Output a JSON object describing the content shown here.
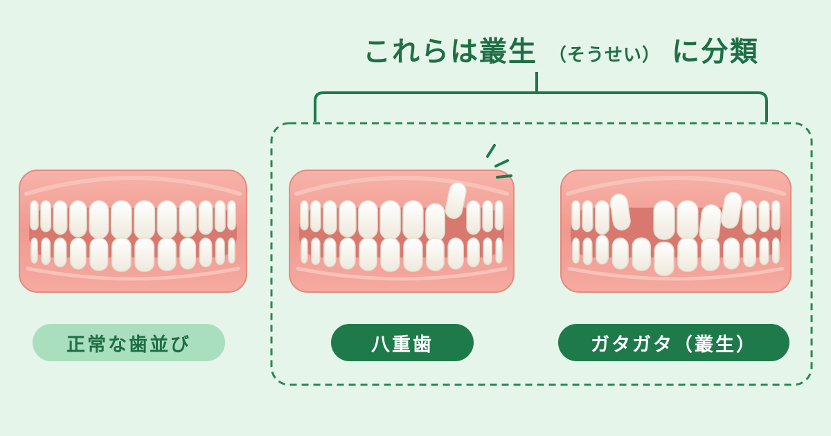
{
  "title": {
    "main": "これらは叢生",
    "reading": "（そうせい）",
    "suffix": "に分類"
  },
  "labels": {
    "normal": "正常な歯並び",
    "yaeba": "八重歯",
    "crowded": "ガタガタ（叢生）"
  },
  "colors": {
    "background": "#e6f5ea",
    "accent_green": "#1e7a4b",
    "light_green": "#a9dfbf",
    "gum": "#f3a097",
    "tooth": "#fbf8f1"
  }
}
